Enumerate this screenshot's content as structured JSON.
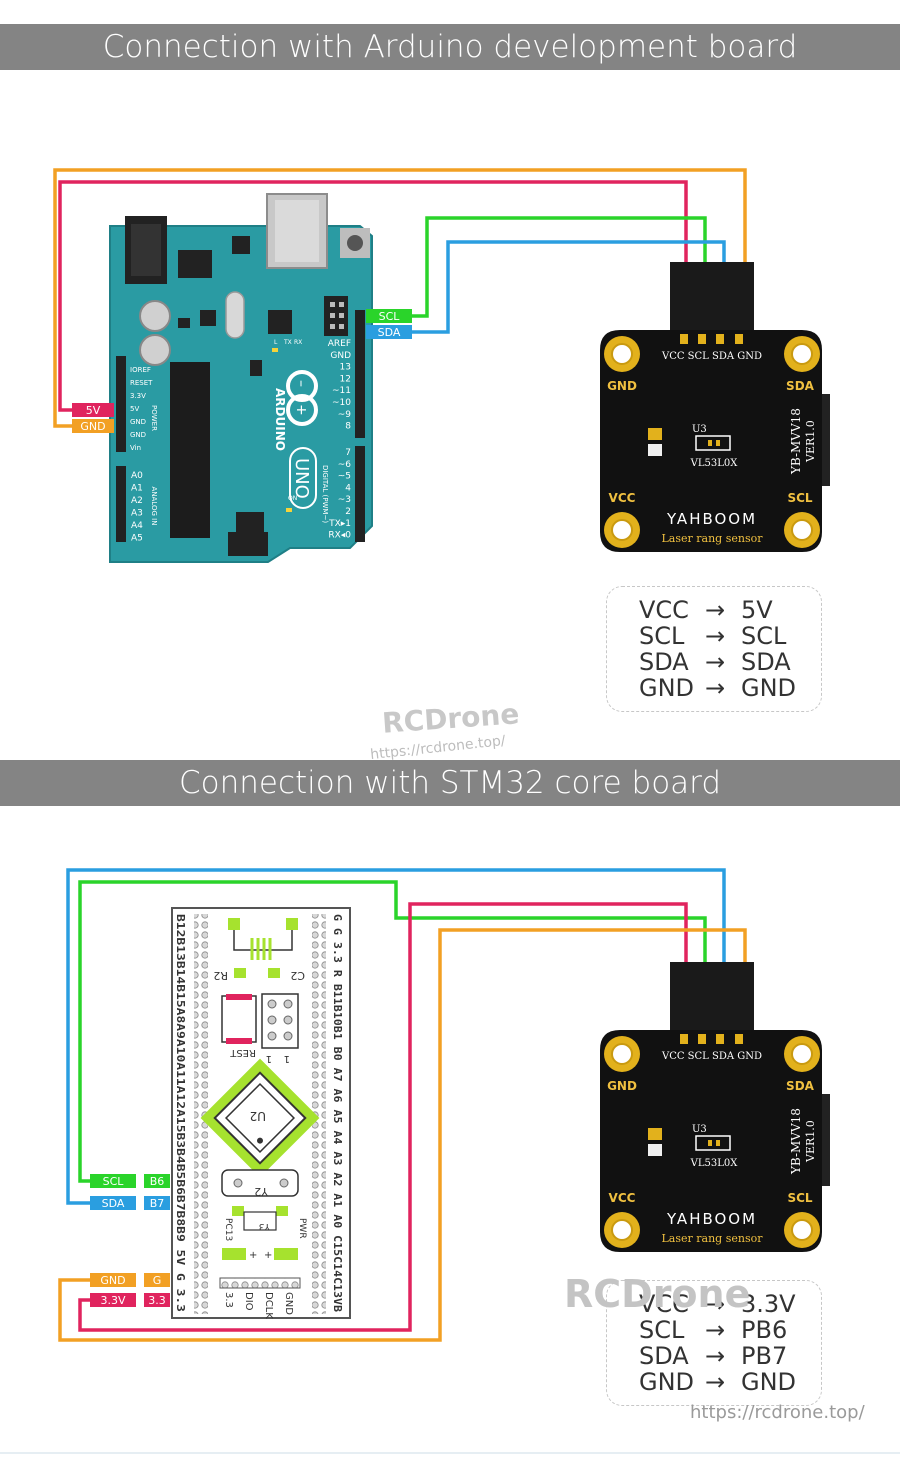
{
  "section1": {
    "title": "Connection with Arduino development board",
    "arduino": {
      "left_pins": [
        "IOREF",
        "RESET",
        "3.3V",
        "5V",
        "GND",
        "GND",
        "Vin"
      ],
      "power_label": "POWER",
      "analog_pins": [
        "A0",
        "A1",
        "A2",
        "A3",
        "A4",
        "A5"
      ],
      "analog_label": "ANALOG IN",
      "right_pins_top": [
        "AREF",
        "GND",
        "13",
        "12",
        "~11",
        "~10",
        "~9",
        "8"
      ],
      "right_pins_bottom": [
        "7",
        "~6",
        "~5",
        "4",
        "~3",
        "2",
        "TX▸1",
        "RX◂0"
      ],
      "digital_label": "DIGITAL (PWM~)",
      "brand": "ARDUINO",
      "model": "UNO",
      "led_labels": [
        "L",
        "TX",
        "RX",
        "ON"
      ],
      "pin_tags": {
        "scl": "SCL",
        "sda": "SDA",
        "v5": "5V",
        "gnd": "GND"
      }
    },
    "mapping": [
      {
        "from": "VCC",
        "to": "5V"
      },
      {
        "from": "SCL",
        "to": "SCL"
      },
      {
        "from": "SDA",
        "to": "SDA"
      },
      {
        "from": "GND",
        "to": "GND"
      }
    ]
  },
  "section2": {
    "title": "Connection with STM32 core board",
    "stm32": {
      "left_pins_text": "B12B13B14B15A8A9A10A11A12A15B3B4B5B6B7B8B9 5V G 3.3",
      "right_pins_text": "G G 3.3 R B11B10B1 B0 A7 A6 A5 A4 A3 A2 A1 A0 C15C14C13VB",
      "labels": [
        "R2",
        "C2",
        "REST",
        "U2",
        "Y2",
        "Y3",
        "PC13",
        "PWR"
      ],
      "bottom_labels": [
        "3.3",
        "DIO",
        "DCLK",
        "GND"
      ],
      "pin_markers": [
        "1",
        "1",
        "+",
        "+"
      ],
      "pin_tags": {
        "scl": "SCL",
        "b6": "B6",
        "sda": "SDA",
        "b7": "B7",
        "gnd": "GND",
        "g": "G",
        "v33": "3.3V",
        "p33": "3.3"
      }
    },
    "mapping": [
      {
        "from": "VCC",
        "to": "3.3V"
      },
      {
        "from": "SCL",
        "to": "PB6"
      },
      {
        "from": "SDA",
        "to": "PB7"
      },
      {
        "from": "GND",
        "to": "GND"
      }
    ]
  },
  "sensor": {
    "header_pins": "VCC SCL SDA GND",
    "corner_labels": {
      "tl": "GND",
      "tr": "SDA",
      "bl": "VCC",
      "br": "SCL"
    },
    "chip_ref": "U3",
    "chip_name": "VL53L0X",
    "model": "YB-MVV18",
    "version": "VER1.0",
    "brand": "YAHBOOM",
    "subtitle": "Laser rang sensor"
  },
  "arrow_glyph": "→",
  "watermarks": {
    "brand": "RCDrone",
    "url_small": "https://rcdrone.top/",
    "brand_large": "RCDrone",
    "url_bottom": "https://rcdrone.top/"
  },
  "colors": {
    "wire_red": "#e0245e",
    "wire_orange": "#f2a024",
    "wire_green": "#2ad42a",
    "wire_blue": "#2a9ee0",
    "arduino_board": "#2a9ba3",
    "sensor_board": "#111111",
    "gold_pad": "#e2b11c",
    "banner": "#848484"
  }
}
